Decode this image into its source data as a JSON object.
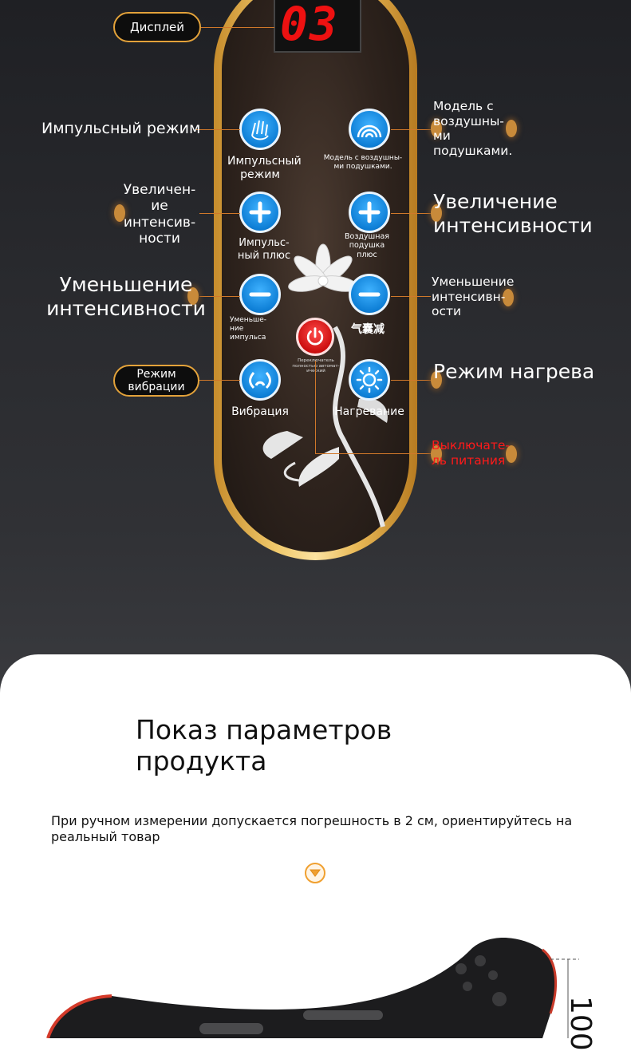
{
  "display": {
    "digits": "03"
  },
  "buttons": {
    "pulse_mode": "Импульсный режим",
    "airbag_mode": "Модель с воздушны-ми подушками.",
    "pulse_plus": "Импульс-ный плюс",
    "airbag_plus": "Воздушная подушка плюс",
    "pulse_minus": "Уменьше-ние импульса",
    "power_note": "Переключатель полностью автомат-ический",
    "vibration": "Вибрация",
    "heating": "Нагревание",
    "cn_text": "气囊减"
  },
  "callouts": {
    "display": "Дисплей",
    "pulse_mode": "Импульсный режим",
    "airbag_model": "Модель с воздушны-ми подушками.",
    "increase_left": "Увеличен-ие интенсив-ности",
    "increase_right": "Увеличение интенсивности",
    "decrease_left": "Уменьшение интенсивности",
    "decrease_right": "Уменьшение интенсивн-ости",
    "vibration_mode": "Режим вибрации",
    "heating_mode": "Режим нагрева",
    "power_switch": "Выключате-ль питания"
  },
  "section": {
    "title": "Показ параметров продукта",
    "note": "При ручном измерении допускается погрешность в 2 см, ориентируйтесь на реальный товар",
    "dimension": "100"
  },
  "colors": {
    "gold": "#e3a23a",
    "button_blue": "#0e7fd6",
    "power_red": "#cc0f0f",
    "power_label": "#ff1a1a"
  }
}
